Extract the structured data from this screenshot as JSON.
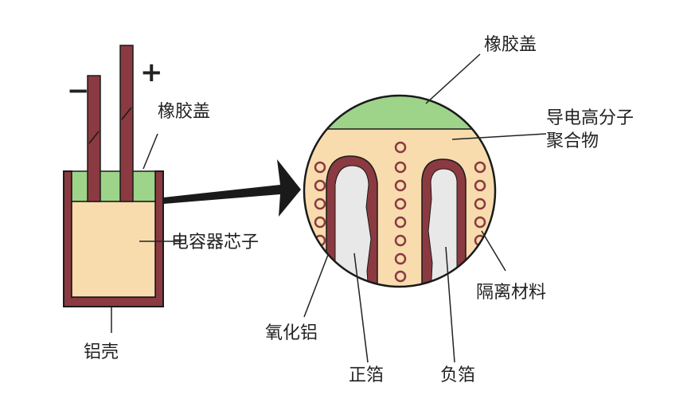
{
  "labels": {
    "minus": "−",
    "plus": "+",
    "rubber_cap_left": "橡胶盖",
    "capacitor_core": "电容器芯子",
    "aluminum_shell": "铝壳",
    "rubber_cap_right": "橡胶盖",
    "conductive_polymer_line1": "导电高分子",
    "conductive_polymer_line2": "聚合物",
    "separator": "隔离材料",
    "aluminum_oxide": "氧化铝",
    "positive_foil": "正箔",
    "negative_foil": "负箔"
  },
  "colors": {
    "shell": "#8a3a40",
    "rubber": "#9ed48a",
    "core": "#f8dcae",
    "foil": "#e8e8e8",
    "outline": "#1a1a1a"
  }
}
